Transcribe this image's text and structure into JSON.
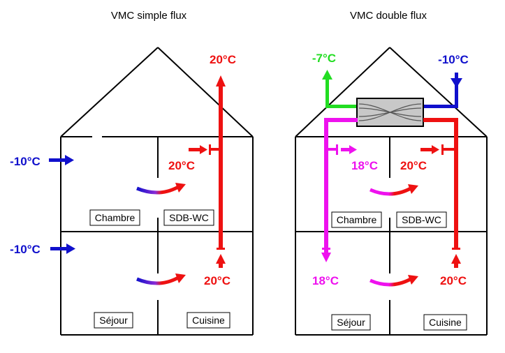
{
  "colors": {
    "cold": "#1010cc",
    "warm": "#ee1111",
    "mixed": "#ee11ee",
    "exhaust": "#22dd22",
    "exchanger_fill": "#c8c8c8",
    "wall": "#000000"
  },
  "left_panel": {
    "title": "VMC simple flux",
    "outside_temp_upper": "-10°C",
    "outside_temp_lower": "-10°C",
    "exhaust_temp": "20°C",
    "extract_temp_upper": "20°C",
    "extract_temp_lower": "20°C",
    "rooms": {
      "chambre": "Chambre",
      "sdb_wc": "SDB-WC",
      "sejour": "Séjour",
      "cuisine": "Cuisine"
    }
  },
  "right_panel": {
    "title": "VMC double flux",
    "exhaust_temp": "-7°C",
    "intake_temp": "-10°C",
    "supply_temp_upper": "18°C",
    "supply_temp_lower": "18°C",
    "extract_temp_upper": "20°C",
    "extract_temp_lower": "20°C",
    "rooms": {
      "chambre": "Chambre",
      "sdb_wc": "SDB-WC",
      "sejour": "Séjour",
      "cuisine": "Cuisine"
    }
  }
}
